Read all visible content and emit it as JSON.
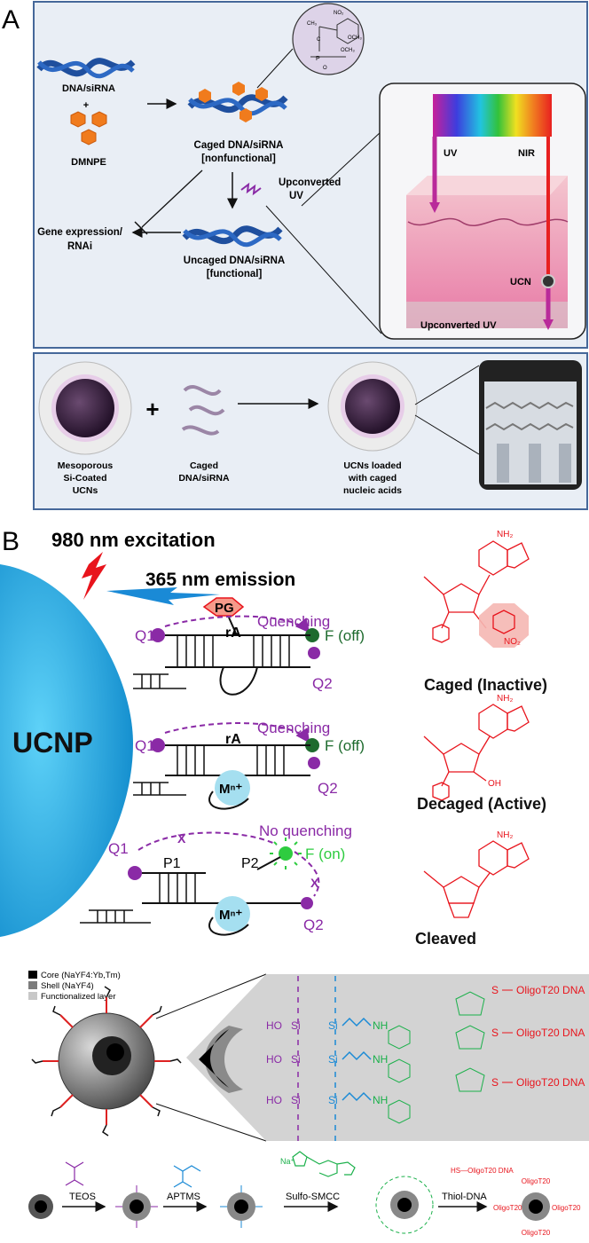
{
  "panelA": {
    "letter": "A",
    "dna_sirna": "DNA/siRNA",
    "plus": "+",
    "dmnpe": "DMNPE",
    "caged_line1": "Caged DNA/siRNA",
    "caged_line2": "[nonfunctional]",
    "upconverted_line1": "Upconverted",
    "upconverted_line2": "UV",
    "gene_line1": "Gene expression/",
    "gene_line2": "RNAi",
    "uncaged_line1": "Uncaged DNA/siRNA",
    "uncaged_line2": "[functional]",
    "uv": "UV",
    "nir": "NIR",
    "ucn": "UCN",
    "upconverted_uv": "Upconverted UV",
    "chem_ch3": "CH₃",
    "chem_no2": "NO₂",
    "chem_och3a": "OCH₃",
    "chem_och3b": "OCH₃",
    "chem_p": "P",
    "chem_o": "O",
    "chem_c": "C",
    "meso_line1": "Mesoporous",
    "meso_line2": "Si-Coated",
    "meso_line3": "UCNs",
    "plus2": "+",
    "caged2_line1": "Caged",
    "caged2_line2": "DNA/siRNA",
    "loaded_line1": "UCNs loaded",
    "loaded_line2": "with caged",
    "loaded_line3": "nucleic acids"
  },
  "panelB": {
    "letter": "B",
    "excitation": "980 nm excitation",
    "emission": "365 nm emission",
    "ucnp": "UCNP",
    "pg": "PG",
    "quenching1": "Quenching",
    "quenching2": "Quenching",
    "no_quenching": "No quenching",
    "f_off1": "F (off)",
    "f_off2": "F (off)",
    "f_on": "F (on)",
    "q1a": "Q1",
    "q1b": "Q1",
    "q1c": "Q1",
    "q2a": "Q2",
    "q2b": "Q2",
    "q2c": "Q2",
    "ra1": "rA",
    "ra2": "rA",
    "mn1": "Mⁿ⁺",
    "mn2": "Mⁿ⁺",
    "p1": "P1",
    "p2": "P2",
    "x1": "X",
    "x2": "X",
    "caged": "Caged (Inactive)",
    "decaged": "Decaged (Active)",
    "cleaved": "Cleaved",
    "nh2": "NH₂",
    "no2": "NO₂",
    "oh": "OH"
  },
  "panelC": {
    "legend_core": "Core (NaYF4:Yb,Tm)",
    "legend_shell": "Shell (NaYF4)",
    "legend_layer": "Functionalized layer",
    "oligo1": "OligoT20 DNA",
    "oligo2": "OligoT20 DNA",
    "oligo3": "OligoT20 DNA",
    "ho": "HO",
    "si": "Si",
    "nh": "NH",
    "s": "S",
    "teos": "TEOS",
    "aptms": "APTMS",
    "sulfo": "Sulfo-SMCC",
    "thiol": "Thiol-DNA",
    "hs_oligo": "HS—OligoT20 DNA",
    "na": "Na⁺",
    "oligot20": "OligoT20"
  },
  "colors": {
    "panel_bg": "#e8eef6",
    "panel_border": "#4a6fa5",
    "dna_blue": "#1f4f9e",
    "hex_orange": "#f07b1d",
    "purple": "#8a2aa6",
    "green_dark": "#1e6b2e",
    "green_light": "#2ecc40",
    "red": "#e8141c",
    "ucnp_blue": "#1aa0de",
    "si_blue": "#1a8ad6",
    "smcc_green": "#1ab04a"
  }
}
